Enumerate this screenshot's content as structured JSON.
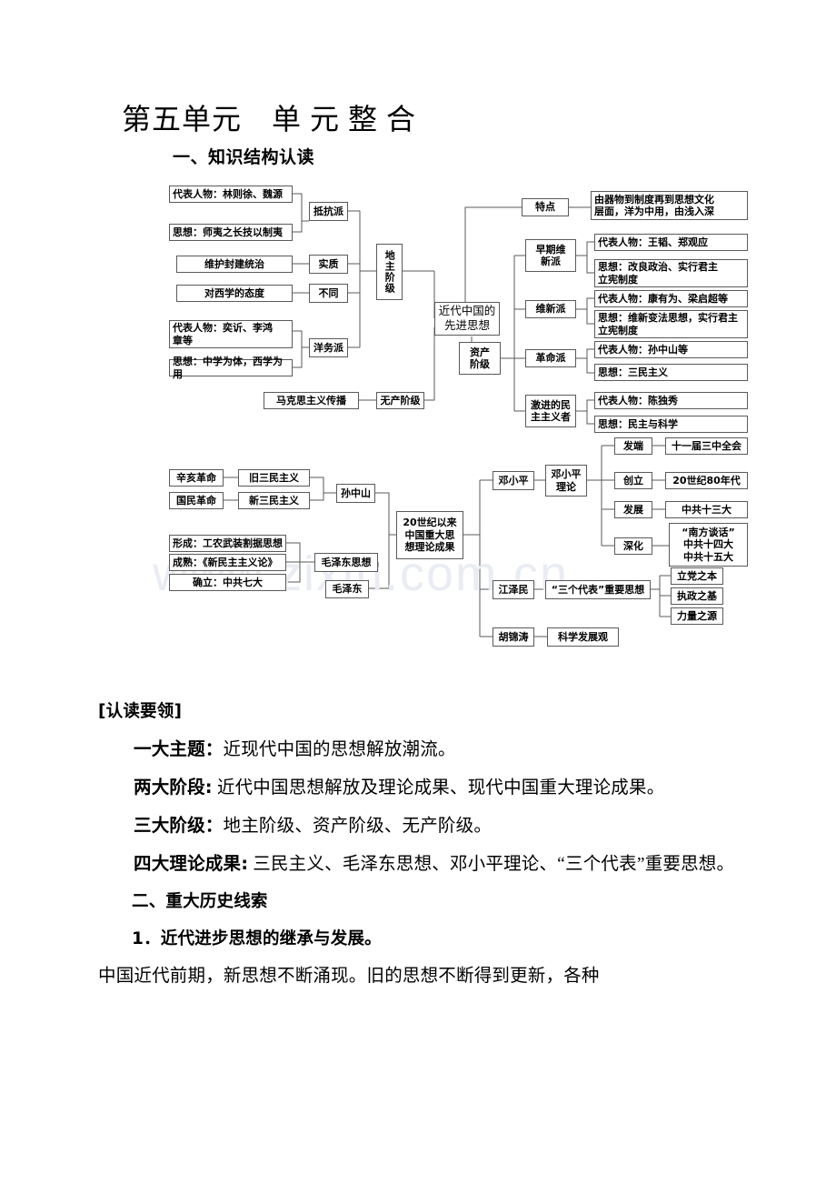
{
  "document": {
    "title": "第五单元　单 元 整 合",
    "section_heading": "一、知识结构认读",
    "watermark": "www.zixin.com.cn"
  },
  "diagram": {
    "nodes": {
      "rep_lin_wei": "代表人物：林则徐、魏源",
      "thought_shiyi": "思想：师夷之长技以制夷",
      "resist_faction": "抵抗派",
      "weihu_fengjian": "维护封建统治",
      "essence": "实质",
      "attitude_west": "对西学的态度",
      "different": "不同",
      "rep_yixin_lihong": "代表人物：奕䜣、李鸿\n章等",
      "thought_zhongxue": "思想：中学为体，西学为用",
      "yangwu_faction": "洋务派",
      "landlord_class": "地主阶级",
      "marx_spread": "马克思主义传播",
      "proletariat": "无产阶级",
      "modern_china_thought": "近代中国的\n先进思想",
      "bourgeoisie": "资产\n阶级",
      "feature": "特点",
      "feature_text": "由器物到制度再到思想文化\n层面，洋为中用，由浅入深",
      "early_reform": "早期维\n新派",
      "early_reform_rep": "代表人物：王韬、郑观应",
      "early_reform_thought": "思想：改良政治、实行君主\n立宪制度",
      "reform_faction": "维新派",
      "reform_rep": "代表人物：康有为、梁启超等",
      "reform_thought": "思想：维新变法思想，实行君主\n立宪制度",
      "revolution_faction": "革命派",
      "revolution_rep": "代表人物：孙中山等",
      "revolution_thought": "思想：三民主义",
      "radical_democrats": "激进的民\n主主义者",
      "radical_rep": "代表人物：陈独秀",
      "radical_thought": "思想：民主与科学",
      "xinhai": "辛亥革命",
      "old_three_principles": "旧三民主义",
      "guomin_revolution": "国民革命",
      "new_three_principles": "新三民主义",
      "sun_yatsen": "孙中山",
      "form_worker": "形成：工农武装割据思想",
      "mature_xinmin": "成熟：《新民主主义论》",
      "establish_7th": "确立：中共七大",
      "mao_thought": "毛泽东思想",
      "mao": "毛泽东",
      "century20_results": "20世纪以来\n中国重大思\n想理论成果",
      "deng": "邓小平",
      "deng_theory": "邓小平\n理论",
      "origin": "发端",
      "origin_text": "十一届三中全会",
      "found": "创立",
      "found_text": "20世纪80年代",
      "develop": "发展",
      "develop_text": "中共十三大",
      "deepen": "深化",
      "deepen_text": "“南方谈话”\n中共十四大\n中共十五大",
      "jiang": "江泽民",
      "three_represents": "“三个代表”重要思想",
      "party_foundation": "立党之本",
      "governing_base": "执政之基",
      "power_source": "力量之源",
      "hu": "胡锦涛",
      "scientific_outlook": "科学发展观"
    }
  },
  "body": {
    "key_points_label": "[认读要领]",
    "paragraphs": [
      {
        "lead": "一大主题：",
        "text": "近现代中国的思想解放潮流。"
      },
      {
        "lead": "两大阶段:",
        "text": " 近代中国思想解放及理论成果、现代中国重大理论成果。"
      },
      {
        "lead": "三大阶级：",
        "text": "地主阶级、资产阶级、无产阶级。"
      },
      {
        "lead": "四大理论成果:",
        "text": " 三民主义、毛泽东思想、邓小平理论、“三个代表”重要思想。"
      }
    ],
    "section2_heading": "二、重大历史线索",
    "item1": "1．近代进步思想的继承与发展。",
    "item1_body": "中国近代前期，新思想不断涌现。旧的思想不断得到更新，各种"
  }
}
